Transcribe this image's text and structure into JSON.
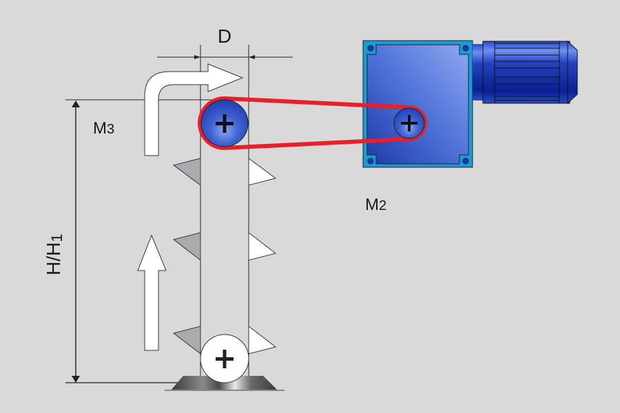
{
  "labels": {
    "diameter": "D",
    "m3_main": "M",
    "m3_sub": "3",
    "m2_main": "M",
    "m2_sub": "2",
    "height": "H/H",
    "height_sub": "1"
  },
  "colors": {
    "background": "#d9d9d9",
    "belt": "#e8202a",
    "motor_blue": "#1e3fb0",
    "gearbox_frame": "#1a9ad8",
    "line": "#222222"
  },
  "icons": {
    "top_pulley": "plus-icon",
    "bottom_pulley": "plus-icon",
    "drive_pulley": "plus-icon",
    "flow_arrow_up": "arrow-up-icon",
    "flow_arrow_turn": "arrow-turn-right-icon"
  }
}
